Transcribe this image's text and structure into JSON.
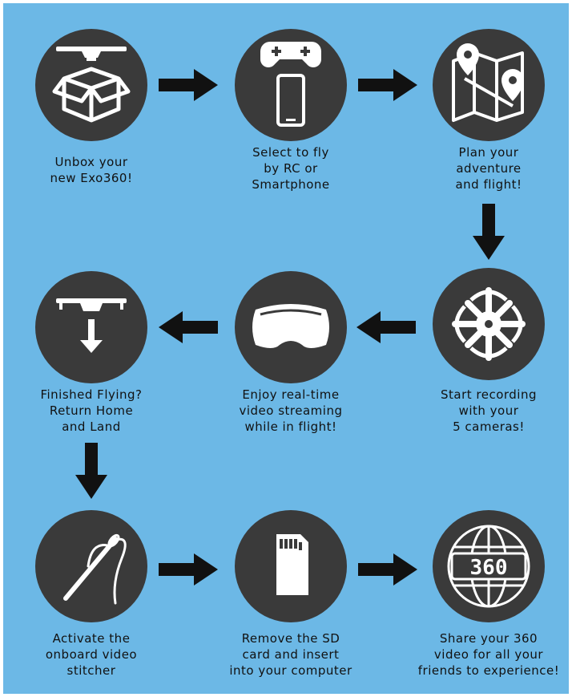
{
  "colors": {
    "background": "#6cb8e6",
    "circle": "#3a3a3a",
    "icon": "#ffffff",
    "arrow": "#111111"
  },
  "steps": [
    {
      "icon": "box-drone-icon",
      "lines": [
        "Unbox your",
        "new Exo360!"
      ]
    },
    {
      "icon": "controller-phone-icon",
      "lines": [
        "Select to fly",
        "by RC or",
        "Smartphone"
      ]
    },
    {
      "icon": "map-pins-icon",
      "lines": [
        "Plan your",
        "adventure",
        "and flight!"
      ]
    },
    {
      "icon": "drone-top-icon",
      "lines": [
        "Start recording",
        "with your",
        "5 cameras!"
      ]
    },
    {
      "icon": "vr-goggles-icon",
      "lines": [
        "Enjoy real-time",
        "video streaming",
        "while in flight!"
      ]
    },
    {
      "icon": "drone-land-icon",
      "lines": [
        "Finished Flying?",
        "Return Home",
        "and Land"
      ]
    },
    {
      "icon": "needle-thread-icon",
      "lines": [
        "Activate the",
        "onboard video",
        "stitcher"
      ]
    },
    {
      "icon": "sd-card-icon",
      "lines": [
        "Remove the SD",
        "card and insert",
        "into your computer"
      ]
    },
    {
      "icon": "globe-360-icon",
      "lines": [
        "Share your 360",
        "video for all your",
        "friends to experience!"
      ],
      "badge": "360"
    }
  ]
}
